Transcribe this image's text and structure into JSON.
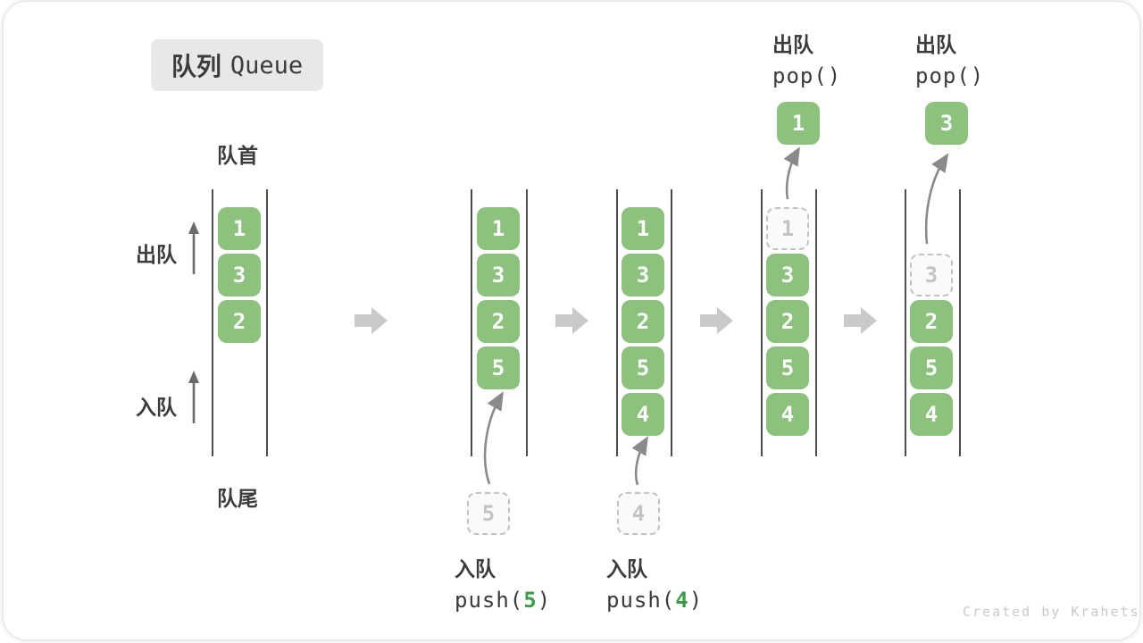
{
  "title": {
    "zh": "队列",
    "en": "Queue"
  },
  "side_labels": {
    "front": "队首",
    "rear": "队尾",
    "dequeue": "出队",
    "enqueue": "入队"
  },
  "operations": {
    "push5": {
      "label": "入队",
      "fn": "push(",
      "arg": "5",
      "close": ")"
    },
    "push4": {
      "label": "入队",
      "fn": "push(",
      "arg": "4",
      "close": ")"
    },
    "pop_a": {
      "label": "出队",
      "code": "pop()"
    },
    "pop_b": {
      "label": "出队",
      "code": "pop()"
    }
  },
  "queues": {
    "q1": {
      "boxes": [
        "1",
        "3",
        "2"
      ]
    },
    "q2": {
      "boxes": [
        "1",
        "3",
        "2",
        "5"
      ],
      "incoming": "5"
    },
    "q3": {
      "boxes": [
        "1",
        "3",
        "2",
        "5",
        "4"
      ],
      "incoming": "4"
    },
    "q4": {
      "removed": "1",
      "boxes": [
        "3",
        "2",
        "5",
        "4"
      ],
      "popped": "1"
    },
    "q5": {
      "removed": "3",
      "boxes": [
        "2",
        "5",
        "4"
      ],
      "popped": "3"
    }
  },
  "footer": "Created by Krahets",
  "colors": {
    "box_green": "#8cc17e",
    "accent_green": "#3d9c4b",
    "text_dark": "#3b3b3b",
    "line_gray": "#4d4d4d",
    "block_arrow_gray": "#c9c9c9",
    "curve_arrow_gray": "#8a8a8a",
    "dashed_border": "#c2c2c2",
    "badge_bg": "#e8e8e8",
    "footer_gray": "#c9c9c9"
  }
}
